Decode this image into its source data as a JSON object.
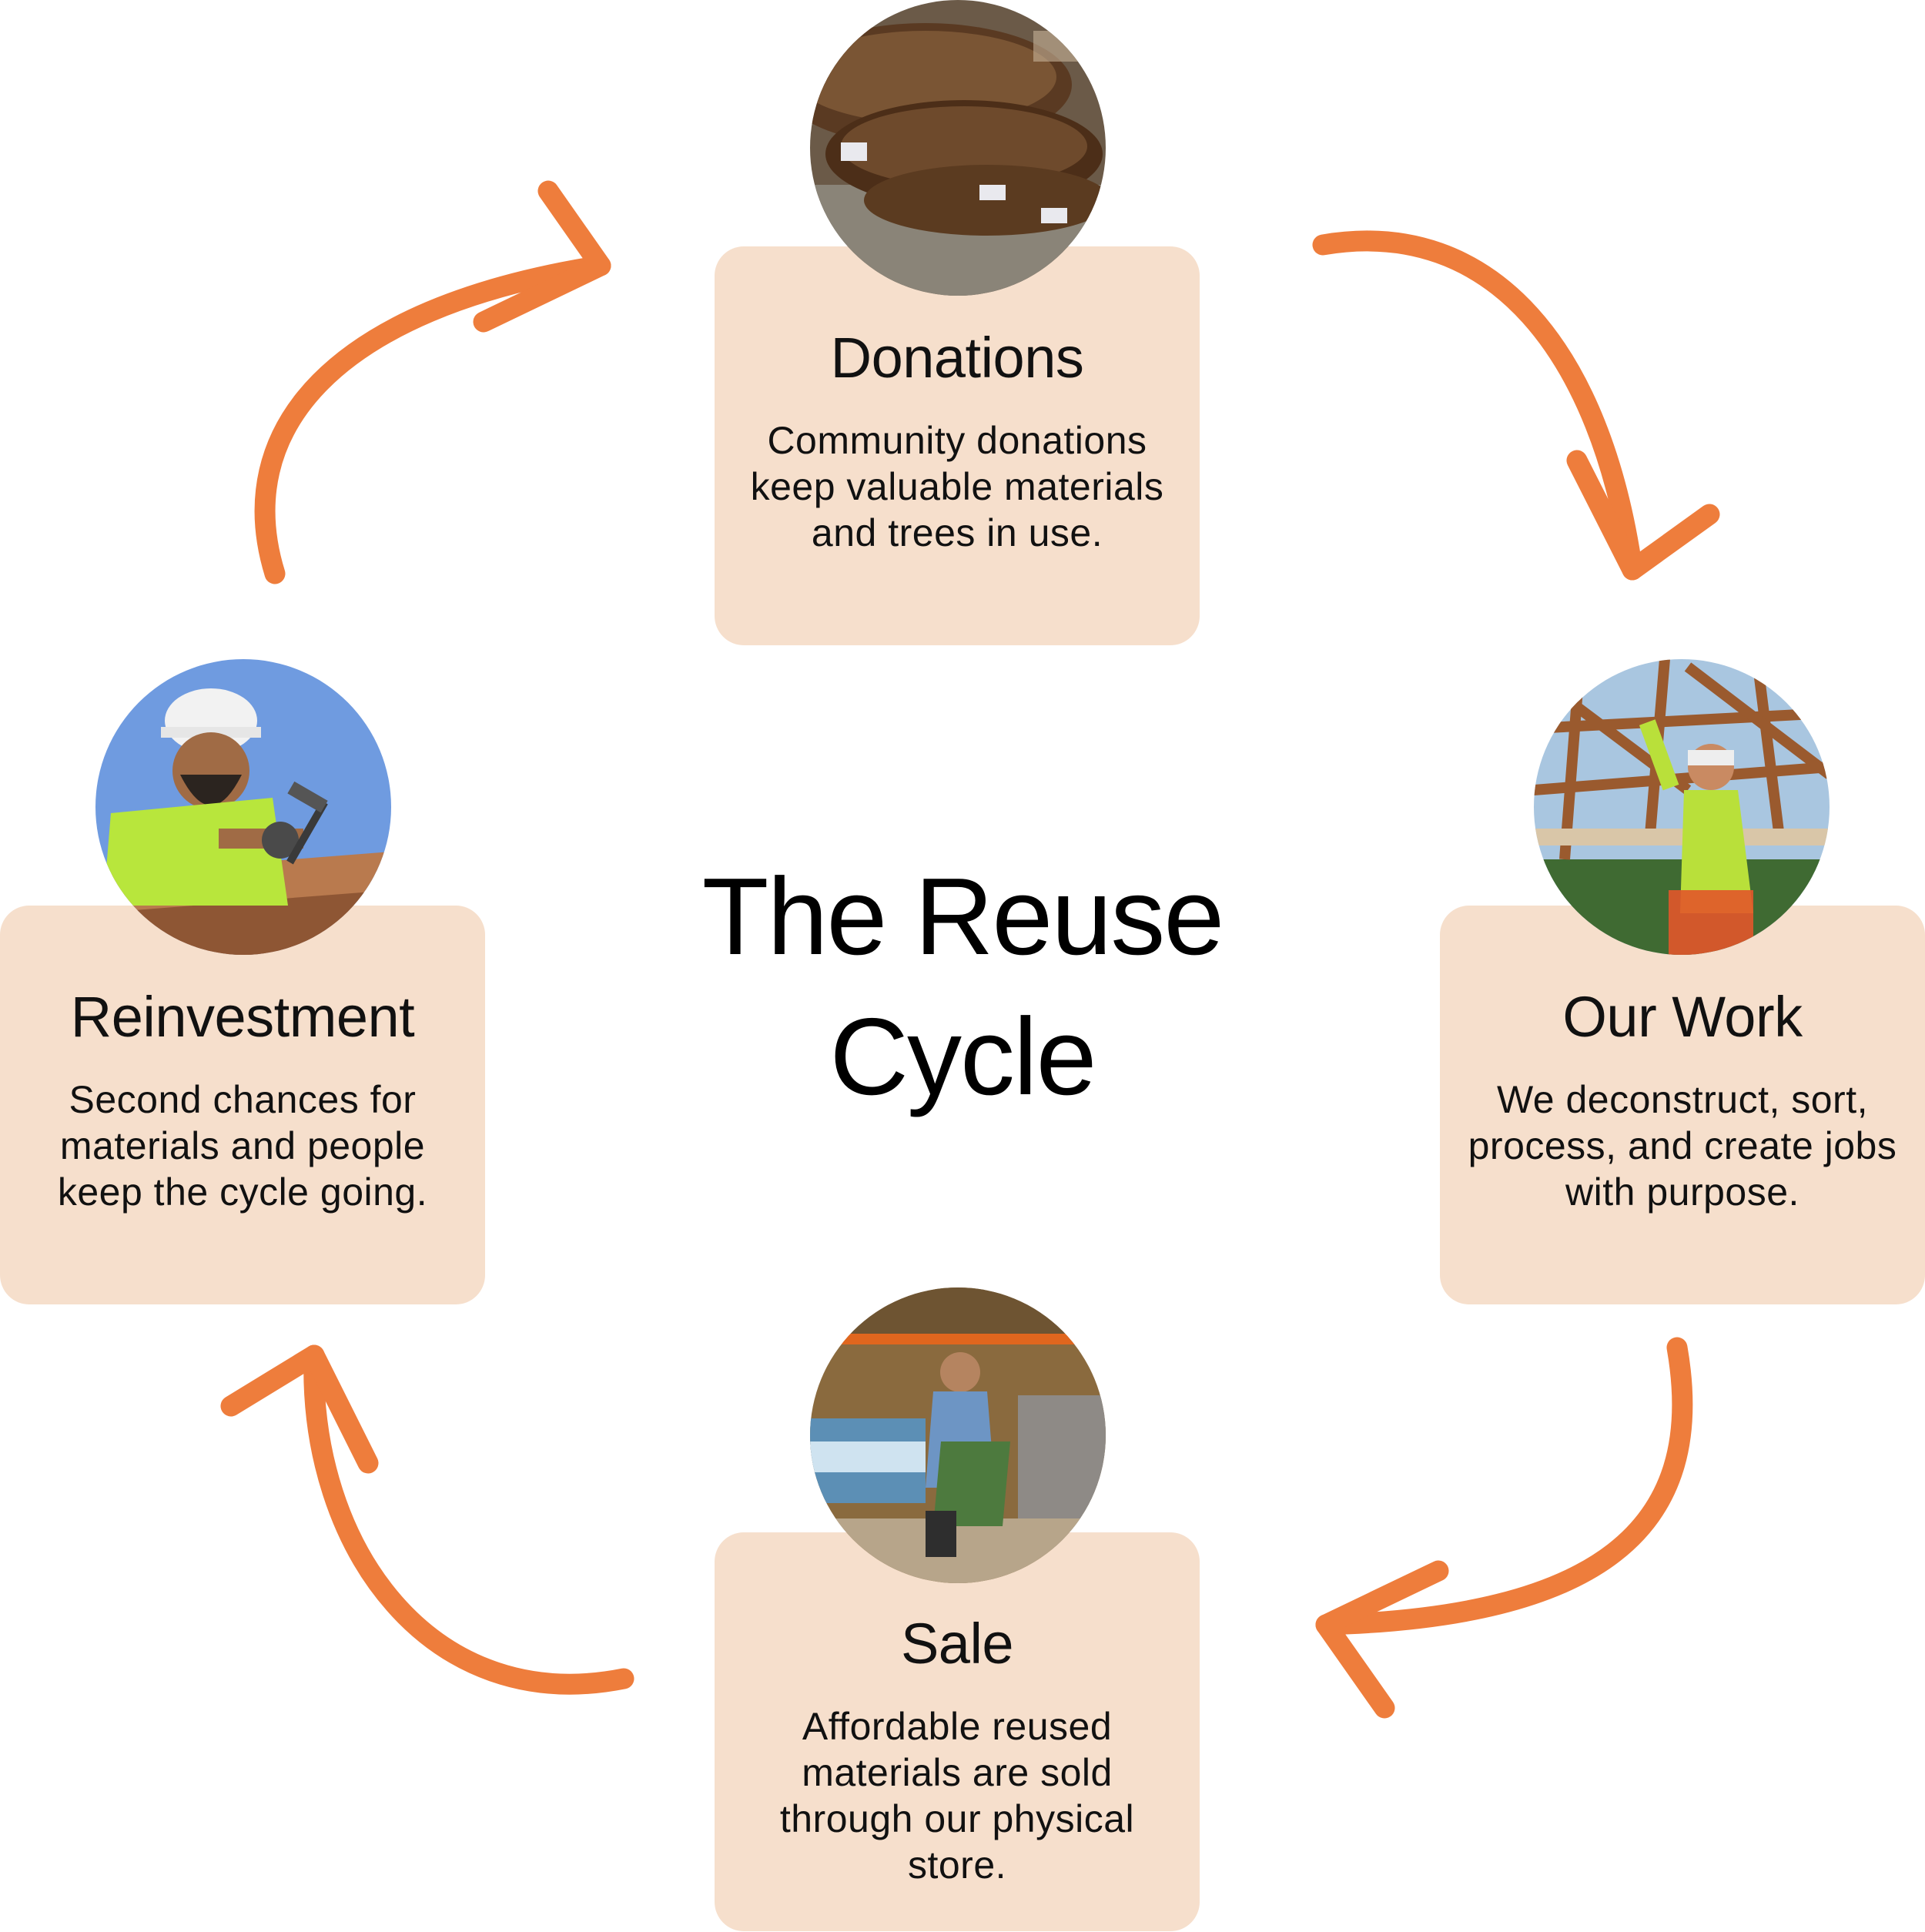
{
  "title": "The Reuse\nCycle",
  "accent_color": "#ee7d3c",
  "card_color": "#f6dfcc",
  "stages": {
    "donations": {
      "title": "Donations",
      "text": "Community donations keep valuable materials and trees in use.",
      "photo": "wood-slabs-photo"
    },
    "our_work": {
      "title": "Our Work",
      "text": "We deconstruct, sort, process, and create jobs with purpose.",
      "photo": "worker-on-ladder-photo"
    },
    "sale": {
      "title": "Sale",
      "text": "Affordable reused materials are sold through our physical store.",
      "photo": "shopper-in-store-photo"
    },
    "reinvestment": {
      "title": "Reinvestment",
      "text": "Second chances for materials and people keep the cycle going.",
      "photo": "worker-with-hammer-photo"
    }
  }
}
